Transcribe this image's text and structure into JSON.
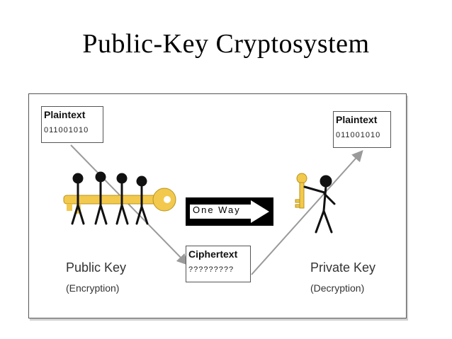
{
  "title": "Public-Key Cryptosystem",
  "plaintext_left": {
    "heading": "Plaintext",
    "bits": "011001010"
  },
  "plaintext_right": {
    "heading": "Plaintext",
    "bits": "011001010"
  },
  "ciphertext": {
    "heading": "Ciphertext",
    "bits": "?????????"
  },
  "sign": {
    "label": "One  Way"
  },
  "public_key": {
    "name": "Public Key",
    "role": "(Encryption)"
  },
  "private_key": {
    "name": "Private Key",
    "role": "(Decryption)"
  },
  "colors": {
    "key": "#F2C94C",
    "figures": "#111111",
    "arrow": "#9a9a9a"
  }
}
